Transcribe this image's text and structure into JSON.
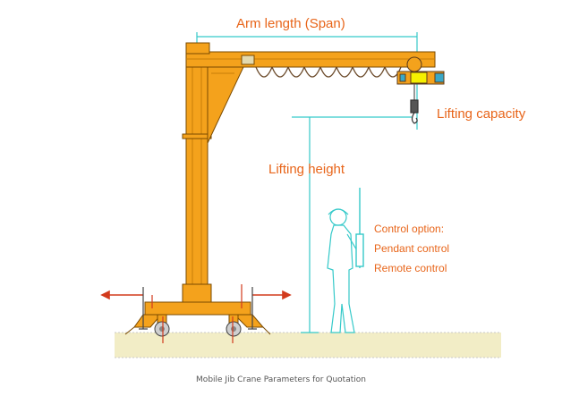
{
  "labels": {
    "arm_length": "Arm length (Span)",
    "lifting_capacity": "Lifting capacity",
    "lifting_height": "Lifting height",
    "control_option": "Control option:",
    "pendant_control": "Pendant control",
    "remote_control": "Remote control"
  },
  "caption": "Mobile Jib Crane Parameters for Quotation",
  "colors": {
    "label": "#e8651a",
    "crane_body": "#f4a21c",
    "crane_outline": "#7a4a00",
    "dimension_line": "#35c9c9",
    "cable": "#6b4a2a",
    "ground": "#f2edc6",
    "base_red": "#d23a1c"
  },
  "icons": [
    "hoist-icon",
    "hook-icon",
    "operator-figure",
    "pendant-controller"
  ]
}
